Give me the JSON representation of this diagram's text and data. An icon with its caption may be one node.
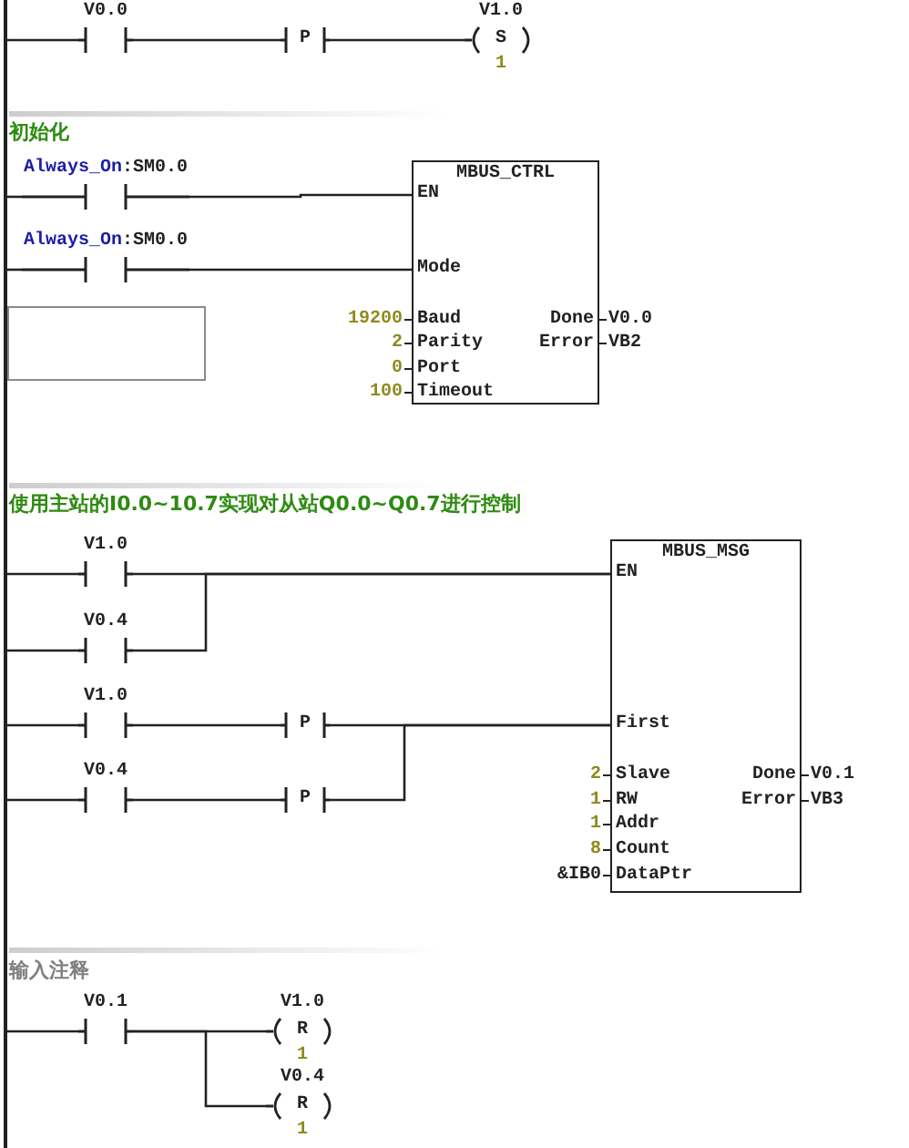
{
  "diagram": {
    "nodes": [
      {
        "text": [],
        "shape": "bar"
      },
      {
        "text": [
          "V0.0"
        ]
      },
      {
        "text": [
          "P"
        ]
      },
      {
        "text": [
          "V1.0",
          "S",
          "1"
        ]
      },
      {
        "text": [
          "Always_On",
          ":SM0.0"
        ]
      },
      {
        "text": [
          "Always_On",
          ":SM0.0"
        ]
      },
      {
        "text": [
          "MBUS_CTRL",
          "EN",
          "Mode",
          "Baud",
          "Parity",
          "Port",
          "Timeout",
          "Done",
          "Error"
        ],
        "beside": [
          "19200",
          "2",
          "0",
          "100",
          "V0.0",
          "VB2"
        ]
      },
      {
        "text": [],
        "shape": "box"
      },
      {
        "text": [
          "V1.0"
        ]
      },
      {
        "text": [
          "V0.4"
        ]
      },
      {
        "text": [
          "V1.0"
        ]
      },
      {
        "text": [
          "P"
        ]
      },
      {
        "text": [
          "V0.4"
        ]
      },
      {
        "text": [
          "P"
        ]
      },
      {
        "text": [
          "MBUS_MSG",
          "EN",
          "First",
          "Slave",
          "RW",
          "Addr",
          "Count",
          "DataPtr",
          "Done",
          "Error"
        ],
        "beside": [
          "2",
          "1",
          "1",
          "8",
          "&IB0",
          "V0.1",
          "VB3"
        ]
      },
      {
        "text": [
          "V0.1"
        ]
      },
      {
        "text": [
          "V1.0",
          "R",
          "1"
        ]
      },
      {
        "text": [
          "V0.4",
          "R",
          "1"
        ]
      }
    ],
    "edges": [
      {
        "from": 0,
        "to": 1,
        "arrow": "none"
      },
      {
        "from": 1,
        "to": 2,
        "arrow": "none"
      },
      {
        "from": 2,
        "to": 3,
        "arrow": "none"
      },
      {
        "from": 0,
        "to": 4,
        "arrow": "none"
      },
      {
        "from": 4,
        "to": 6,
        "arrow": "none"
      },
      {
        "from": 0,
        "to": 5,
        "arrow": "none"
      },
      {
        "from": 5,
        "to": 6,
        "arrow": "none"
      },
      {
        "from": 0,
        "to": 8,
        "arrow": "none"
      },
      {
        "from": 8,
        "to": 14,
        "arrow": "none"
      },
      {
        "from": 0,
        "to": 9,
        "arrow": "none"
      },
      {
        "from": 9,
        "to": 14,
        "arrow": "none"
      },
      {
        "from": 0,
        "to": 10,
        "arrow": "none"
      },
      {
        "from": 10,
        "to": 11,
        "arrow": "none"
      },
      {
        "from": 11,
        "to": 14,
        "arrow": "none"
      },
      {
        "from": 0,
        "to": 12,
        "arrow": "none"
      },
      {
        "from": 12,
        "to": 13,
        "arrow": "none"
      },
      {
        "from": 13,
        "to": 14,
        "arrow": "none"
      },
      {
        "from": 0,
        "to": 15,
        "arrow": "none"
      },
      {
        "from": 15,
        "to": 16,
        "arrow": "none"
      },
      {
        "from": 15,
        "to": 17,
        "arrow": "none"
      }
    ],
    "labels": [
      "初始化",
      "使用主站的I0.0~10.7实现对从站Q0.0~Q0.7进行控制",
      "输入注释"
    ]
  }
}
